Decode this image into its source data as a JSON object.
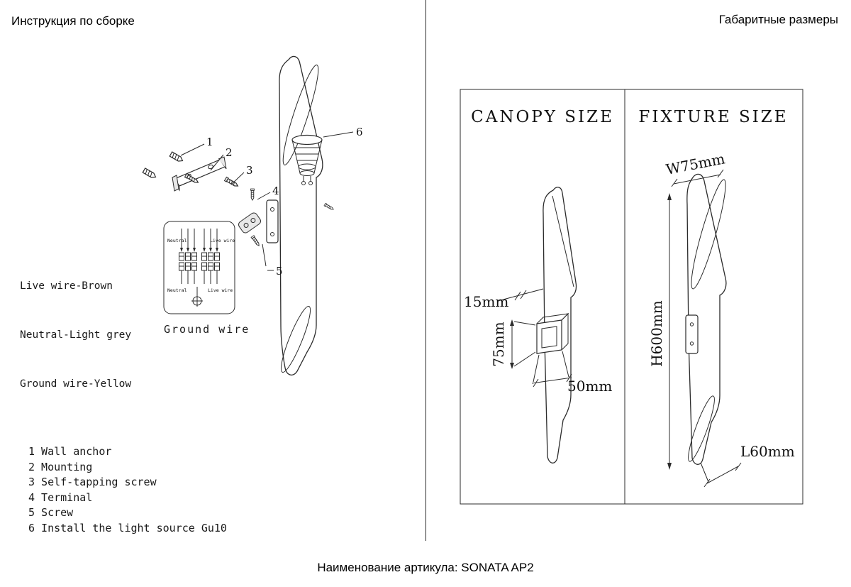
{
  "page": {
    "left_title": "Инструкция по сборке",
    "right_title": "Габаритные размеры",
    "footer": "Наименование артикула: SONATA AP2"
  },
  "assembly": {
    "callouts": [
      "1",
      "2",
      "3",
      "4",
      "5",
      "6"
    ],
    "wire_legend": [
      "Live wire-Brown",
      "Neutral-Light grey",
      "Ground wire-Yellow"
    ],
    "ground_wire_caption": "Ground wire",
    "wiring_box": {
      "top_left": "Neutral",
      "top_right": "Live wire",
      "bottom_left": "Neutral",
      "bottom_right": "Live wire"
    },
    "parts_list": [
      "1 Wall anchor",
      "2 Mounting",
      "3 Self-tapping screw",
      "4 Terminal",
      "5 Screw",
      "6 Install the light source Gu10"
    ]
  },
  "dimensions": {
    "canopy_title": "CANOPY SIZE",
    "fixture_title": "FIXTURE SIZE",
    "canopy": {
      "offset_label": "15mm",
      "height_label": "75mm",
      "width_label": "50mm"
    },
    "fixture": {
      "width_label": "W75mm",
      "height_label": "H600mm",
      "length_label": "L60mm"
    }
  }
}
